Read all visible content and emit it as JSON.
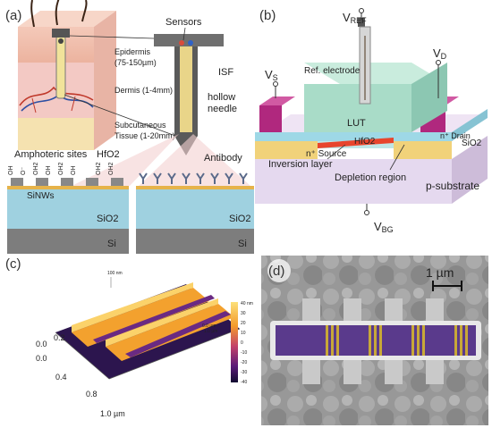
{
  "panels": {
    "a": {
      "label": "(a)",
      "layers": {
        "epidermis": "Epidermis",
        "epidermis_range": "(75-150µm)",
        "dermis": "Dermis (1-4mm)",
        "subcutaneous": "Subcutaneous",
        "subcutaneous_range": "Tissue (1-20mm)"
      },
      "needle_labels": {
        "sensors": "Sensors",
        "isf": "ISF",
        "hollow": "hollow",
        "needle": "needle"
      },
      "left_device": {
        "title": "Amphoteric sites",
        "hfo2": "HfO2",
        "sinws": "SiNWs",
        "sio2": "SiO2",
        "si": "Si",
        "sites": [
          "OH",
          "O⁻",
          "OH2",
          "OH",
          "OH2",
          "OH",
          "OH2",
          "OH2"
        ]
      },
      "right_device": {
        "antibody": "Antibody",
        "sio2": "SiO2",
        "si": "Si"
      }
    },
    "b": {
      "label": "(b)",
      "vref": "V",
      "vref_sub": "REF",
      "vs": "V",
      "vs_sub": "S",
      "vd": "V",
      "vd_sub": "D",
      "vbg": "V",
      "vbg_sub": "BG",
      "ref_electrode": "Ref. electrode",
      "lut": "LUT",
      "hfo2": "HfO2",
      "source": "n⁺ Source",
      "drain": "n⁺ Drain",
      "sio2": "SiO2",
      "inversion": "Inversion layer",
      "depletion": "Depletion region",
      "substrate": "p-substrate",
      "colors": {
        "lut": "#a9dcc8",
        "contact": "#b0287e",
        "substrate": "#e5d9ef"
      }
    },
    "c": {
      "label": "(c)",
      "top_tick": "100 nm",
      "x_ticks": [
        "0.0",
        "0.4",
        "0.8",
        "1.0 µm"
      ],
      "y_ticks": [
        "0.2",
        "0.0"
      ],
      "colorbar_ticks": [
        "40 nm",
        "30",
        "20",
        "10",
        "0",
        "-10",
        "-20",
        "-30",
        "-40"
      ],
      "small_axis": [
        "0.0 µm",
        "1.0 µm"
      ]
    },
    "d": {
      "label": "(d)",
      "scale": "1 µm"
    }
  }
}
